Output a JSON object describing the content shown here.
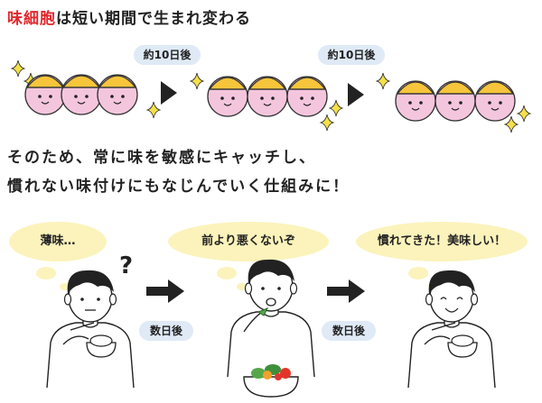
{
  "title": {
    "highlight": "味細胞",
    "rest": "は短い期間で生まれ変わる"
  },
  "stage_labels": [
    "約10日後",
    "約10日後"
  ],
  "body": {
    "line1": "そのため、常に味を敏感にキャッチし、",
    "line2": "慣れない味付けにもなじんでいく仕組みに！"
  },
  "bubbles": [
    "薄味…",
    "前より悪くないぞ",
    "慣れてきた！美味しい！"
  ],
  "question_mark": "?",
  "days_labels": [
    "数日後",
    "数日後"
  ],
  "colors": {
    "accent_red": "#e0262c",
    "cell_pink": "#f4c6dd",
    "helmet_yellow": "#f6c53b",
    "sparkle": "#f4e04a",
    "bubble": "#fbf3bb",
    "pill_blue": "#dfeaf6"
  },
  "icons": [
    "taste-cell-icon",
    "helmet-icon",
    "sparkle-icon",
    "triangle-arrow-icon",
    "thought-bubble-icon",
    "person-icon",
    "bowl-icon",
    "salad-icon",
    "right-arrow-icon"
  ]
}
